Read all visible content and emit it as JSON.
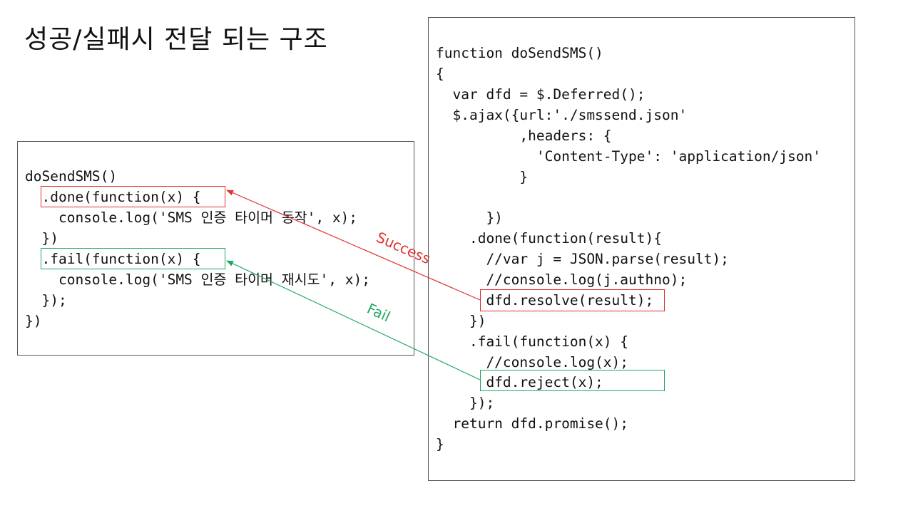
{
  "title": "성공/실패시 전달 되는 구조",
  "caller_code": [
    "doSendSMS()",
    "  .done(function(x) {",
    "    console.log('SMS 인증 타이머 동작', x);",
    "  })",
    "  .fail(function(x) {",
    "    console.log('SMS 인증 타이머 재시도', x);",
    "  });",
    "})"
  ],
  "function_code": [
    "function doSendSMS()",
    "{",
    "  var dfd = $.Deferred();",
    "  $.ajax({url:'./smssend.json'",
    "          ,headers: {",
    "            'Content-Type': 'application/json'",
    "          }",
    "",
    "      })",
    "    .done(function(result){",
    "      //var j = JSON.parse(result);",
    "      //console.log(j.authno);",
    "      dfd.resolve(result);",
    "    })",
    "    .fail(function(x) {",
    "      //console.log(x);",
    "      dfd.reject(x);",
    "    });",
    "  return dfd.promise();",
    "}"
  ],
  "arrows": {
    "success_label": "Success",
    "fail_label": "Fail"
  },
  "colors": {
    "success": "#e03030",
    "fail": "#1fa860",
    "text": "#111111",
    "border": "#555555"
  }
}
